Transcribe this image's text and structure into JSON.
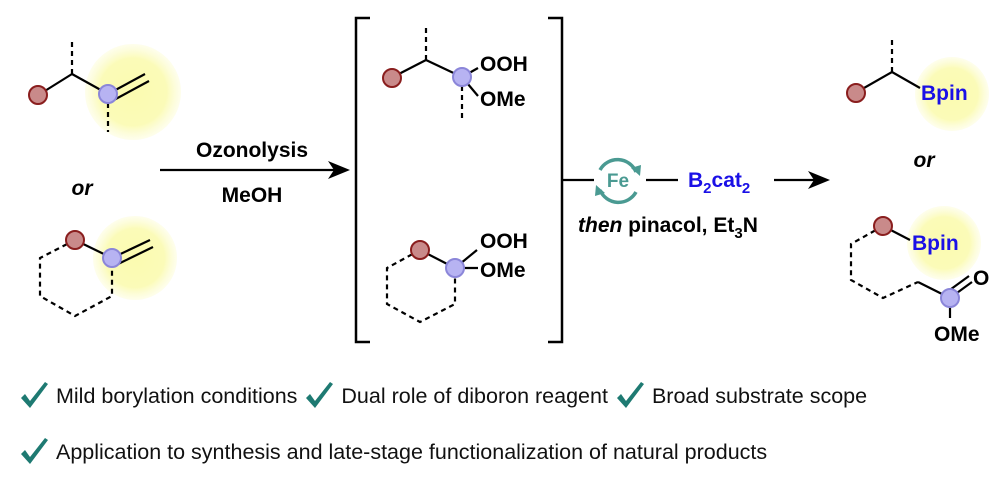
{
  "reaction": {
    "conditions_top": "Ozonolysis",
    "conditions_bottom": "MeOH",
    "or_left": "or",
    "or_right": "or",
    "intermediate_top": {
      "ooh": "OOH",
      "ome": "OMe"
    },
    "intermediate_bottom": {
      "ooh": "OOH",
      "ome": "OMe"
    },
    "catalyst": "Fe",
    "reagent": {
      "b": "B",
      "b_sub": "2",
      "cat": "cat",
      "cat_sub": "2"
    },
    "workup": {
      "then": "then",
      "rest": " pinacol, Et",
      "sub": "3",
      "tail": "N"
    },
    "product_top": "Bpin",
    "product_bottom": {
      "bpin": "Bpin",
      "o": "O",
      "ome": "OMe"
    }
  },
  "features": [
    {
      "label": "Mild borylation conditions"
    },
    {
      "label": "Dual role of diboron reagent"
    },
    {
      "label": "Broad substrate scope"
    },
    {
      "label": "Application to synthesis and late-stage functionalization of natural products"
    }
  ],
  "colors": {
    "highlight": "#fafab4",
    "r_atom": "#c98a8a",
    "r_atom_border": "#8a1e1e",
    "c_atom": "#b7b3f2",
    "c_atom_border": "#8b86d9",
    "fe_ring": "#4a9a92",
    "check": "#1e7a72",
    "blue_text": "#1a10e6"
  }
}
